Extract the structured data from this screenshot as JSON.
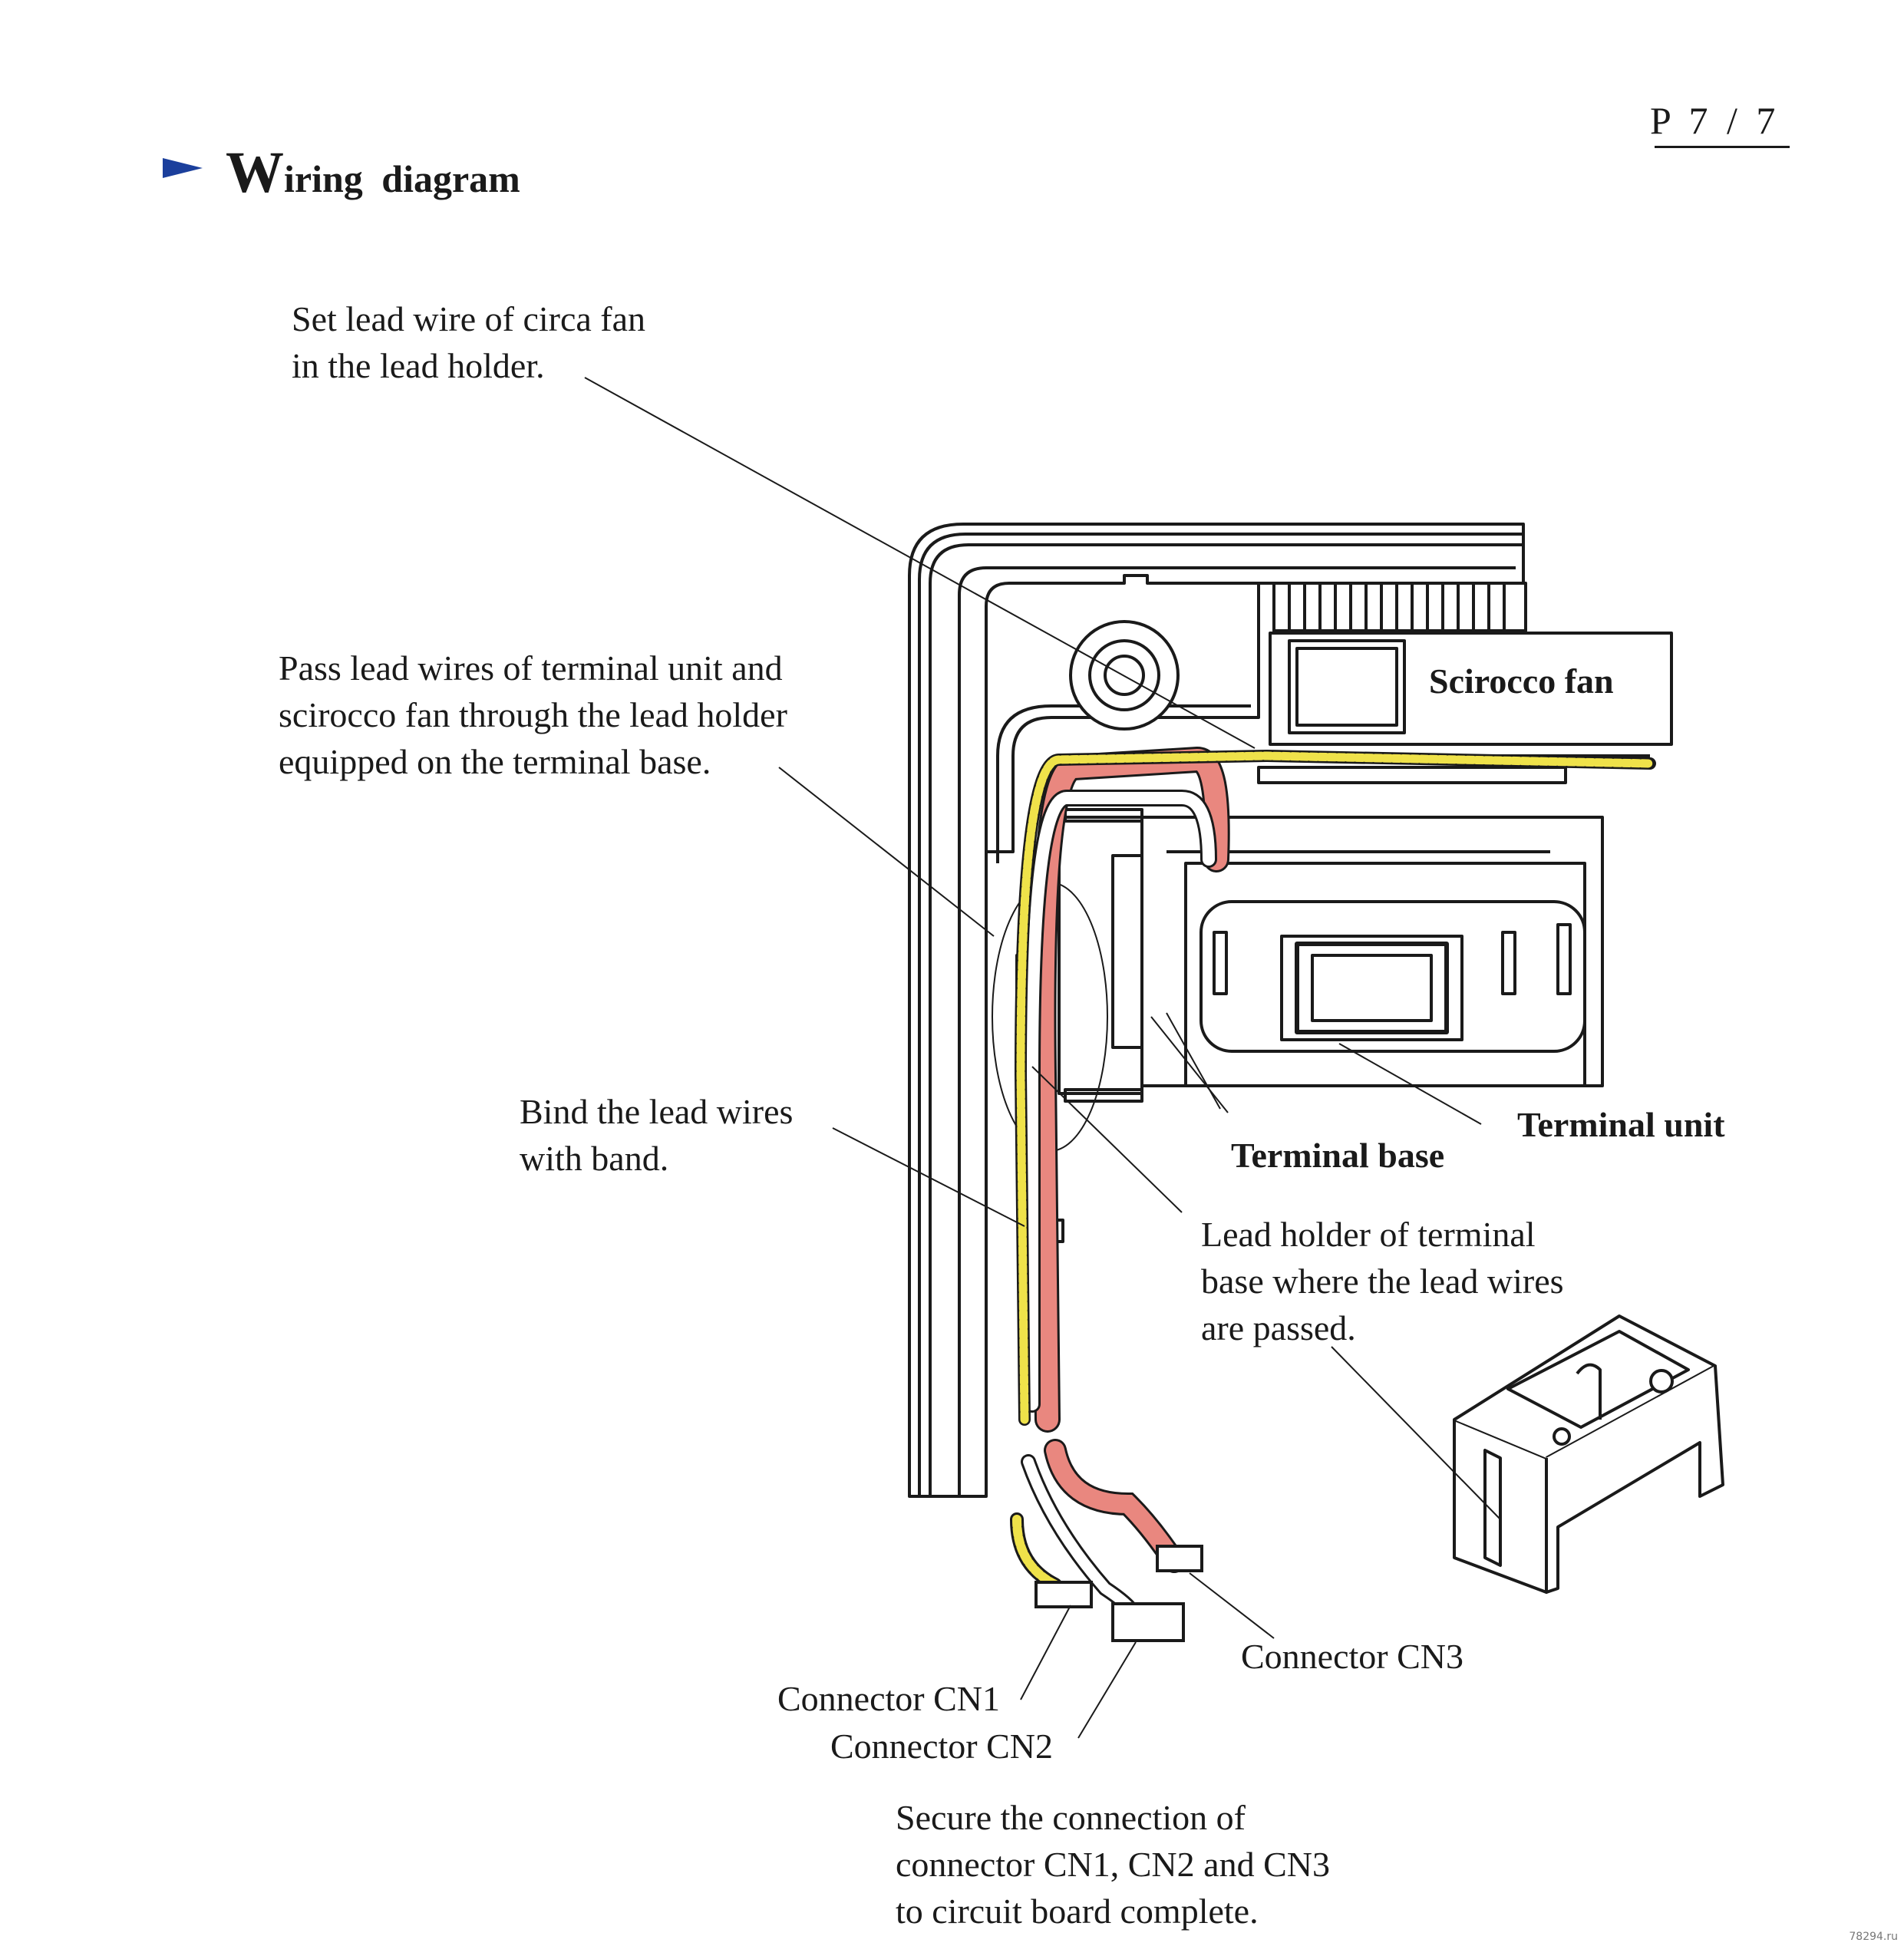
{
  "page": {
    "number": "P 7 / 7",
    "heading_first_letter": "W",
    "heading_rest": "iring diagram"
  },
  "labels": {
    "set_lead_wire": [
      "Set lead wire of circa fan",
      "in the lead holder."
    ],
    "pass_lead_wires": [
      "Pass lead wires of terminal unit and",
      "scirocco fan through the lead holder",
      "equipped on the terminal base."
    ],
    "scirocco_fan": "Scirocco fan",
    "terminal_unit": "Terminal unit",
    "terminal_base": "Terminal base",
    "bind_lead_wires": [
      "Bind the lead wires",
      "with band."
    ],
    "lead_holder": [
      "Lead holder of terminal",
      "base where the lead wires",
      "are passed."
    ],
    "connector_cn3": "Connector CN3",
    "connector_cn1": "Connector CN1",
    "connector_cn2": "Connector CN2",
    "secure_connection": [
      "Secure the connection of",
      "connector CN1, CN2 and CN3",
      "to circuit board complete."
    ]
  },
  "watermark": "78294.ru",
  "colors": {
    "arrow": "#1b3f9c",
    "wire_pink": "#e9877f",
    "wire_yellow": "#efe24a",
    "line": "#1a1a1a"
  }
}
